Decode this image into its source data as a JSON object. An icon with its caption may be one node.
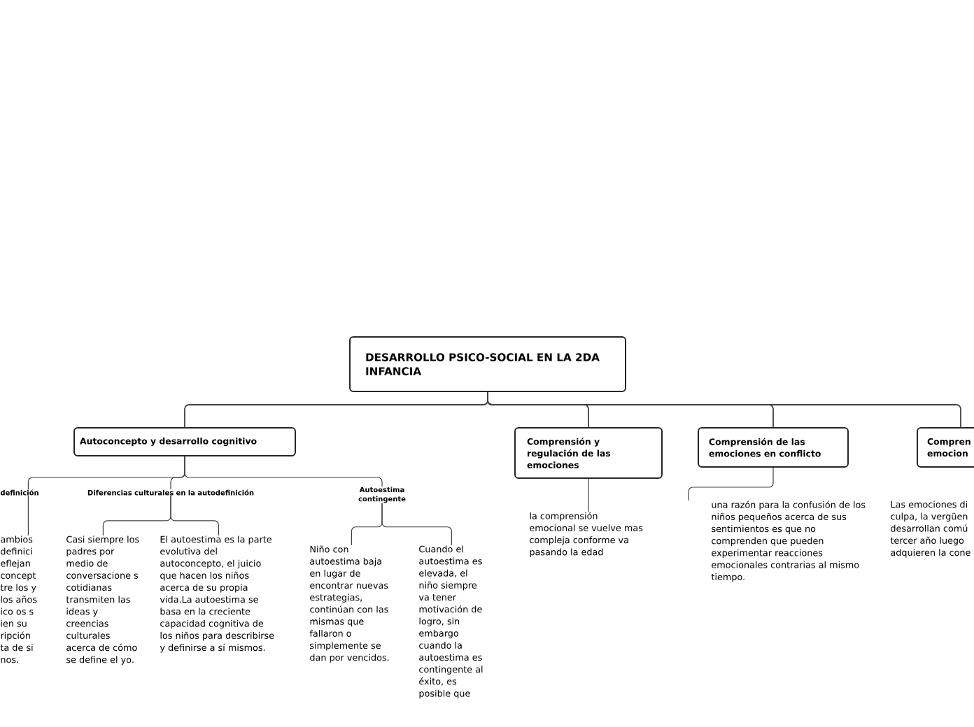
{
  "diagram": {
    "nodes": [
      {
        "text": [
          "DESARROLLO PSICO-SOCIAL EN LA 2DA INFANCIA"
        ]
      },
      {
        "text": [
          "Autoconcepto y desarrollo cognitivo"
        ]
      },
      {
        "text": [
          "Comprensión y regulación de las emociones"
        ]
      },
      {
        "text": [
          "Comprensión de las emociones en conflicto"
        ]
      },
      {
        "text": [
          "Compren emocion"
        ]
      },
      {
        "text": [
          "definición"
        ]
      },
      {
        "text": [
          "Diferencias culturales en la autodefinición"
        ]
      },
      {
        "text": [
          "Autoestima contingente"
        ]
      },
      {
        "text": [
          "ambios definici eflejan concept tre los y los años ico os s ien su ripción ta de si nos."
        ]
      },
      {
        "text": [
          "Casi siempre los padres por medio de conversacione s cotidianas transmiten las ideas y creencias culturales acerca de cómo se define el yo."
        ]
      },
      {
        "text": [
          "El autoestima es la parte evolutiva del autoconcepto, el juicio que hacen los niños acerca de su propia vida.La autoestima se basa en la creciente capacidad cognitiva de los niños para describirse y definirse a sí mismos."
        ]
      },
      {
        "text": [
          "Niño con autoestima baja en lugar de encontrar nuevas estrategias, continúan con las mismas que fallaron o simplemente se dan por vencidos."
        ]
      },
      {
        "text": [
          "Cuando el autoestima es elevada, el niño siempre va tener motivación de logro, sin embargo cuando la autoestima es contingente al éxito, es posible que"
        ]
      },
      {
        "text": [
          "la comprensión emocional se vuelve mas compleja conforme va pasando la edad"
        ]
      },
      {
        "text": [
          "una razón para la confusión de los niños pequeños acerca de sus sentimientos es que no comprenden que pueden experimentar reacciones emocionales contrarias al mismo tiempo."
        ]
      },
      {
        "text": [
          "Las emociones di culpa, la vergüen desarrollan comú tercer año luego adquieren la cone"
        ]
      }
    ],
    "edges": [
      {
        "from": 0,
        "to": 1,
        "arrow": "none"
      },
      {
        "from": 0,
        "to": 2,
        "arrow": "none"
      },
      {
        "from": 0,
        "to": 3,
        "arrow": "none"
      },
      {
        "from": 0,
        "to": 4,
        "arrow": "none"
      },
      {
        "from": 1,
        "to": 5,
        "arrow": "none"
      },
      {
        "from": 1,
        "to": 6,
        "arrow": "none"
      },
      {
        "from": 1,
        "to": 7,
        "arrow": "none"
      },
      {
        "from": 5,
        "to": 8,
        "arrow": "none"
      },
      {
        "from": 6,
        "to": 9,
        "arrow": "none"
      },
      {
        "from": 6,
        "to": 10,
        "arrow": "none"
      },
      {
        "from": 7,
        "to": 11,
        "arrow": "none"
      },
      {
        "from": 7,
        "to": 12,
        "arrow": "none"
      },
      {
        "from": 2,
        "to": 13,
        "arrow": "none"
      },
      {
        "from": 3,
        "to": 14,
        "arrow": "none"
      }
    ]
  }
}
